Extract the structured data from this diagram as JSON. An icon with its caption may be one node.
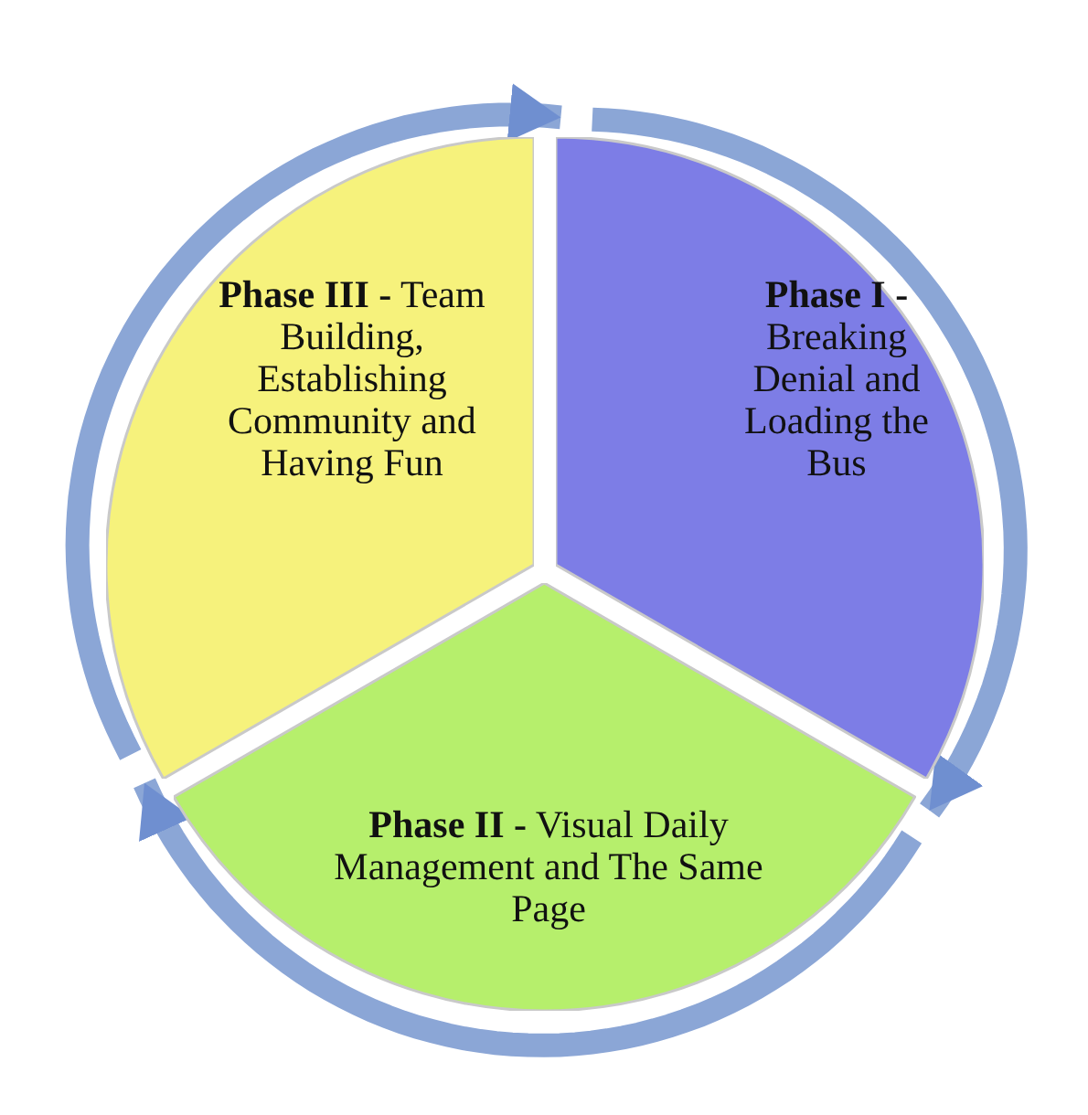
{
  "diagram": {
    "nodes": [
      {
        "text": [
          "**Phase I -** Breaking Denial and Loading the Bus"
        ]
      },
      {
        "text": [
          "**Phase II -** Visual Daily Management and The Same Page"
        ]
      },
      {
        "text": [
          "**Phase III -** Team Building, Establishing Community and Having Fun"
        ]
      }
    ],
    "edges": [
      {
        "from": 0,
        "to": 1,
        "arrow": "to"
      },
      {
        "from": 1,
        "to": 2,
        "arrow": "to"
      },
      {
        "from": 2,
        "to": 0,
        "arrow": "to"
      }
    ]
  }
}
